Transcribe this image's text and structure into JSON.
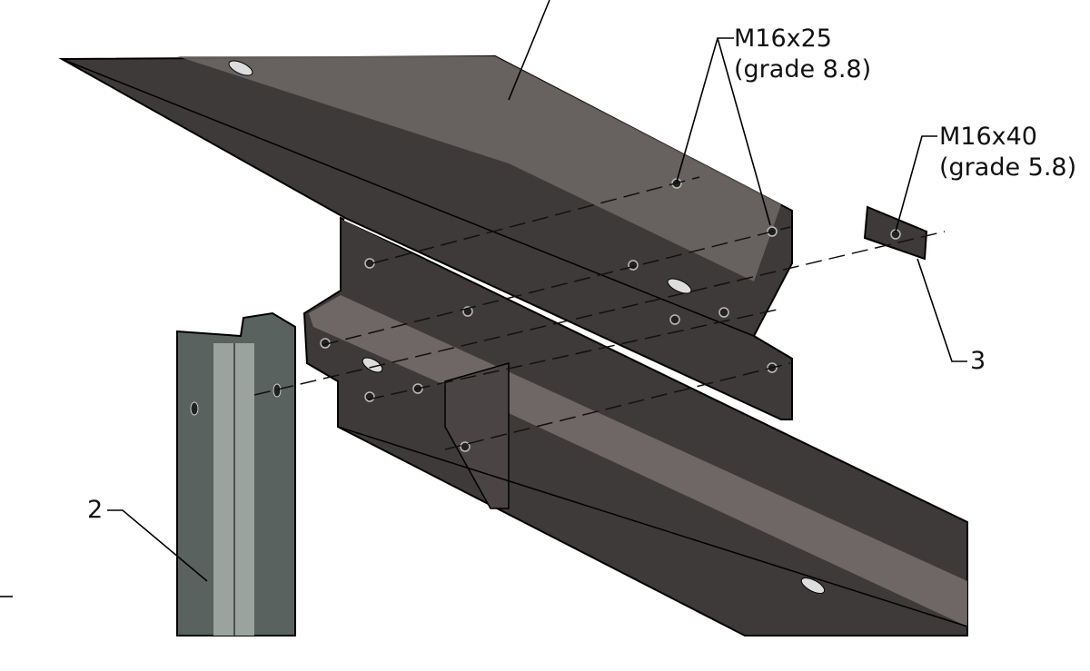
{
  "labels": {
    "bolt_a_size": "M16x25",
    "bolt_a_grade": "(grade 8.8)",
    "bolt_b_size": "M16x40",
    "bolt_b_grade": "(grade 5.8)",
    "part_3": "3",
    "part_2": "2"
  },
  "colors": {
    "rail_dark": "#3e3a39",
    "rail_light": "#7a7371",
    "post": "#59625e",
    "post_light": "#9aa39e"
  }
}
